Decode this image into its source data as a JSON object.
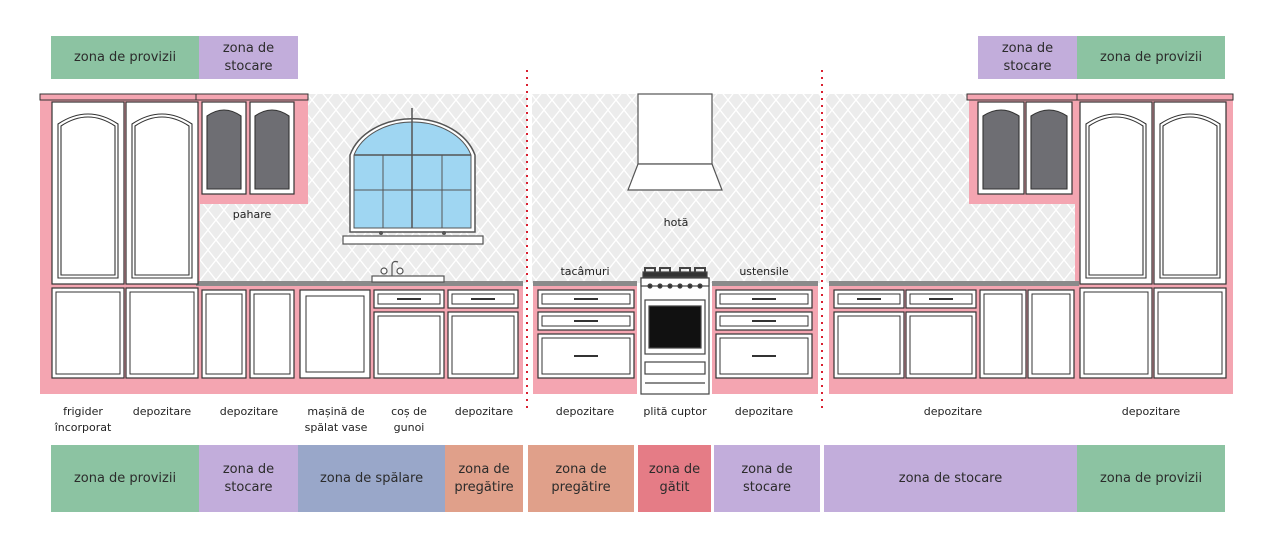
{
  "colors": {
    "provizii": "#8cc3a2",
    "stocare": "#c2addb",
    "spalare": "#99a7c9",
    "pregatire": "#e0a08a",
    "gatit": "#e57c86",
    "cabinet_body": "#f4a5b1",
    "tile_bg": "#e9e9e9",
    "divider": "#d92030"
  },
  "top_zones": {
    "left_provizii": "zona de provizii",
    "left_stocare": "zona de stocare",
    "right_stocare": "zona de stocare",
    "right_provizii": "zona de provizii"
  },
  "top_labels": {
    "pahare": "pahare",
    "hota": "hotă",
    "tacamuri": "tacâmuri",
    "ustensile": "ustensile"
  },
  "bottom_labels": [
    "frigider încorporat",
    "depozitare",
    "depozitare",
    "mașină de spălat vase",
    "coș de gunoi",
    "depozitare",
    "depozitare",
    "plită cuptor",
    "depozitare",
    "depozitare",
    "depozitare"
  ],
  "bottom_zones": [
    {
      "label": "zona de provizii",
      "kind": "provizii"
    },
    {
      "label": "zona de stocare",
      "kind": "stocare"
    },
    {
      "label": "zona de spălare",
      "kind": "spalare"
    },
    {
      "label": "zona de pregătire",
      "kind": "pregatire"
    },
    {
      "label": "zona de pregătire",
      "kind": "pregatire"
    },
    {
      "label": "zona de gătit",
      "kind": "gatit"
    },
    {
      "label": "zona de stocare",
      "kind": "stocare"
    },
    {
      "label": "zona de stocare",
      "kind": "stocare"
    },
    {
      "label": "zona de provizii",
      "kind": "provizii"
    }
  ]
}
